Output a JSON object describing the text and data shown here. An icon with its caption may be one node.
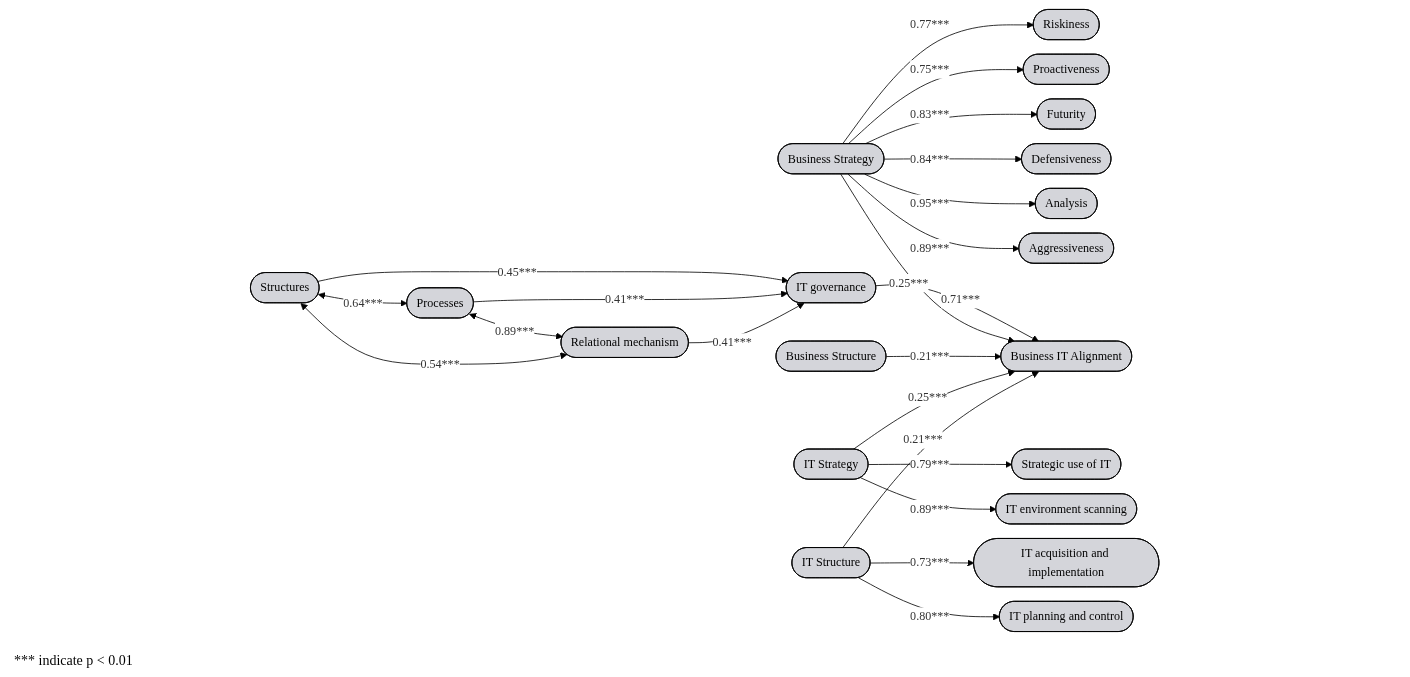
{
  "diagram": {
    "nodes": [
      {
        "text": [
          "Structures"
        ]
      },
      {
        "text": [
          "Processes"
        ]
      },
      {
        "text": [
          "Relational mechanism"
        ]
      },
      {
        "text": [
          "IT governance"
        ]
      },
      {
        "text": [
          "Business IT Alignment"
        ]
      },
      {
        "text": [
          "Business Strategy"
        ]
      },
      {
        "text": [
          "Aggressiveness"
        ]
      },
      {
        "text": [
          "Analysis"
        ]
      },
      {
        "text": [
          "Defensiveness"
        ]
      },
      {
        "text": [
          "Futurity"
        ]
      },
      {
        "text": [
          "Proactiveness"
        ]
      },
      {
        "text": [
          "Riskiness"
        ]
      },
      {
        "text": [
          "Business Structure"
        ]
      },
      {
        "text": [
          "IT Strategy"
        ]
      },
      {
        "text": [
          "IT environment scanning"
        ]
      },
      {
        "text": [
          "Strategic use of IT"
        ]
      },
      {
        "text": [
          "IT Structure"
        ]
      },
      {
        "text": [
          "IT planning and control"
        ]
      },
      {
        "text": [
          "IT acquisition and implementation"
        ]
      }
    ],
    "edges": [
      {
        "from": 0,
        "to": 1,
        "arrow": "both",
        "label": "0.64***"
      },
      {
        "from": 1,
        "to": 2,
        "arrow": "both",
        "label": "0.89***"
      },
      {
        "from": 0,
        "to": 2,
        "arrow": "both",
        "label": "0.54***"
      },
      {
        "from": 0,
        "to": 3,
        "arrow": "to",
        "label": "0.45***"
      },
      {
        "from": 1,
        "to": 3,
        "arrow": "to",
        "label": "0.41***"
      },
      {
        "from": 2,
        "to": 3,
        "arrow": "to",
        "label": "0.41***"
      },
      {
        "from": 3,
        "to": 4,
        "arrow": "to",
        "label": "0.71***"
      },
      {
        "from": 5,
        "to": 4,
        "arrow": "to",
        "label": "0.25***"
      },
      {
        "from": 5,
        "to": 6,
        "arrow": "to",
        "label": "0.89***"
      },
      {
        "from": 5,
        "to": 7,
        "arrow": "to",
        "label": "0.95***"
      },
      {
        "from": 5,
        "to": 8,
        "arrow": "to",
        "label": "0.84***"
      },
      {
        "from": 5,
        "to": 9,
        "arrow": "to",
        "label": "0.83***"
      },
      {
        "from": 5,
        "to": 10,
        "arrow": "to",
        "label": "0.75***"
      },
      {
        "from": 5,
        "to": 11,
        "arrow": "to",
        "label": "0.77***"
      },
      {
        "from": 12,
        "to": 4,
        "arrow": "to",
        "label": "0.21***"
      },
      {
        "from": 13,
        "to": 4,
        "arrow": "to",
        "label": "0.25***"
      },
      {
        "from": 13,
        "to": 14,
        "arrow": "to",
        "label": "0.89***"
      },
      {
        "from": 13,
        "to": 15,
        "arrow": "to",
        "label": "0.79***"
      },
      {
        "from": 16,
        "to": 4,
        "arrow": "to",
        "label": "0.21***"
      },
      {
        "from": 16,
        "to": 17,
        "arrow": "to",
        "label": "0.80***"
      },
      {
        "from": 16,
        "to": 18,
        "arrow": "to",
        "label": "0.73***"
      }
    ],
    "labels": [
      "*** indicate p < 0.01"
    ]
  }
}
